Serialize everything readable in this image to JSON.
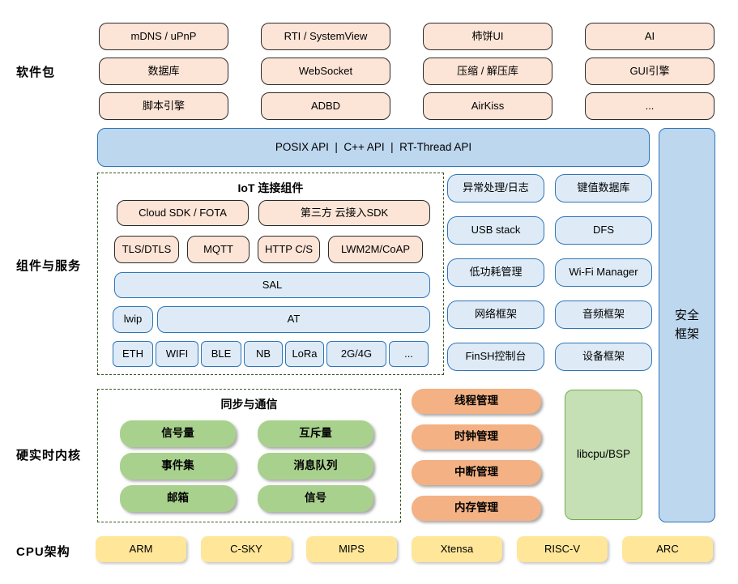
{
  "palette": {
    "peach_fill": "#FCE4D6",
    "dark_border": "#2b2b2b",
    "api_bar_fill": "#BDD7EE",
    "blue_border": "#2E75B6",
    "lightblue_fill": "#DEEBF7",
    "green_pill": "#A9D18E",
    "orange_pill": "#F4B183",
    "libcpu_fill": "#C5E0B4",
    "libcpu_border": "#70AD47",
    "yellow_fill": "#FFE699",
    "dash_border_green": "#375623"
  },
  "rail": {
    "software_packages": "软件包",
    "components_services": "组件与服务",
    "realtime_kernel": "硬实时内核",
    "cpu_arch": "CPU架构"
  },
  "software_packages": {
    "rows": [
      [
        "mDNS / uPnP",
        "RTI / SystemView",
        "柿饼UI",
        "AI"
      ],
      [
        "数据库",
        "WebSocket",
        "压缩 / 解压库",
        "GUI引擎"
      ],
      [
        "脚本引擎",
        "ADBD",
        "AirKiss",
        "..."
      ]
    ]
  },
  "api_bar": {
    "label": "POSIX API  |  C++ API  |  RT-Thread API"
  },
  "security": {
    "line1": "安全",
    "line2": "框架"
  },
  "iot": {
    "title": "IoT 连接组件",
    "cloud_sdk": "Cloud SDK / FOTA",
    "third_party_sdk": "第三方 云接入SDK",
    "protocols": [
      "TLS/DTLS",
      "MQTT",
      "HTTP C/S",
      "LWM2M/CoAP"
    ],
    "sal": "SAL",
    "lwip": "lwip",
    "at": "AT",
    "links": [
      "ETH",
      "WIFI",
      "BLE",
      "NB",
      "LoRa",
      "2G/4G",
      "..."
    ]
  },
  "services": [
    [
      "异常处理/日志",
      "键值数据库"
    ],
    [
      "USB stack",
      "DFS"
    ],
    [
      "低功耗管理",
      "Wi-Fi Manager"
    ],
    [
      "网络框架",
      "音频框架"
    ],
    [
      "FinSH控制台",
      "设备框架"
    ]
  ],
  "kernel": {
    "sync_title": "同步与通信",
    "sync_items": [
      [
        "信号量",
        "互斥量"
      ],
      [
        "事件集",
        "消息队列"
      ],
      [
        "邮箱",
        "信号"
      ]
    ],
    "managers": [
      "线程管理",
      "时钟管理",
      "中断管理",
      "内存管理"
    ],
    "libcpu": "libcpu/BSP"
  },
  "cpu": {
    "items": [
      "ARM",
      "C-SKY",
      "MIPS",
      "Xtensa",
      "RISC-V",
      "ARC"
    ]
  }
}
